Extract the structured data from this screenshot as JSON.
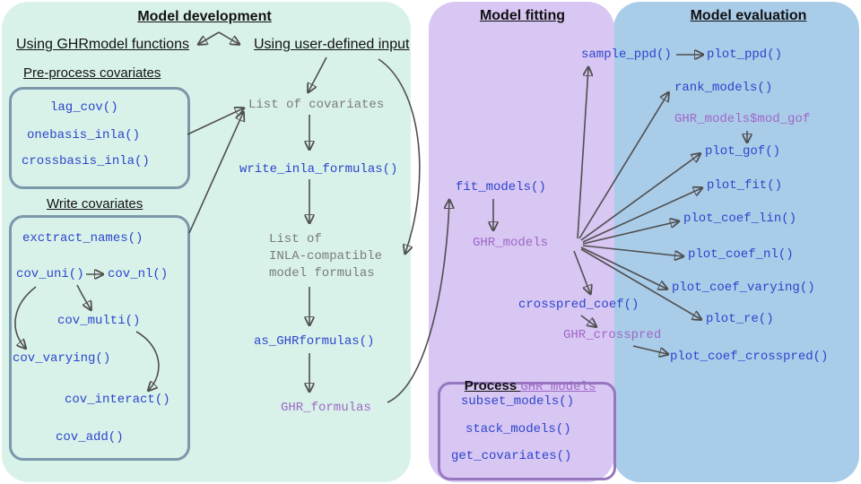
{
  "dev": {
    "title": "Model development",
    "branch_ghr": "Using GHRmodel functions",
    "branch_user": "Using user-defined input",
    "preprocess_title": "Pre-process covariates",
    "preprocess_items": [
      "lag_cov()",
      "onebasis_inla()",
      "crossbasis_inla()"
    ],
    "write_title": "Write covariates",
    "write_items": [
      "exctract_names()",
      "cov_uni()",
      "cov_nl()",
      "cov_multi()",
      "cov_varying()",
      "cov_interact()",
      "cov_add()"
    ],
    "list_covariates": "List of covariates",
    "write_inla_formulas": "write_inla_formulas()",
    "list_inla_formulas": "List of\nINLA-compatible\nmodel formulas",
    "as_ghrformulas": "as_GHRformulas()",
    "ghr_formulas": "GHR_formulas"
  },
  "fit": {
    "title": "Model fitting",
    "sample_ppd": "sample_ppd()",
    "fit_models": "fit_models()",
    "ghr_models": "GHR_models",
    "crosspred_coef": "crosspred_coef()",
    "ghr_crosspred": "GHR_crosspred",
    "process_title": "Process",
    "process_object": "GHR_models",
    "process_items": [
      "subset_models()",
      "stack_models()",
      "get_covariates()"
    ]
  },
  "eval": {
    "title": "Model evaluation",
    "plot_ppd": "plot_ppd()",
    "rank_models": "rank_models()",
    "mod_gof": "GHR_models$mod_gof",
    "plot_gof": "plot_gof()",
    "plot_fit": "plot_fit()",
    "plot_coef_lin": "plot_coef_lin()",
    "plot_coef_nl": "plot_coef_nl()",
    "plot_coef_varying": "plot_coef_varying()",
    "plot_re": "plot_re()",
    "plot_coef_crosspred": "plot_coef_crosspred()"
  },
  "colors": {
    "function_blue": "#2b45cc",
    "object_purple": "#9e68c6",
    "gray_text": "#7a7a7a",
    "panel_dev": "#d9f2e9",
    "panel_fit": "#d8c6f3",
    "panel_eval": "#a9cce9",
    "box_border": "#7b97aa",
    "process_box_border": "#9678be",
    "arrow": "#4f4f4f"
  }
}
